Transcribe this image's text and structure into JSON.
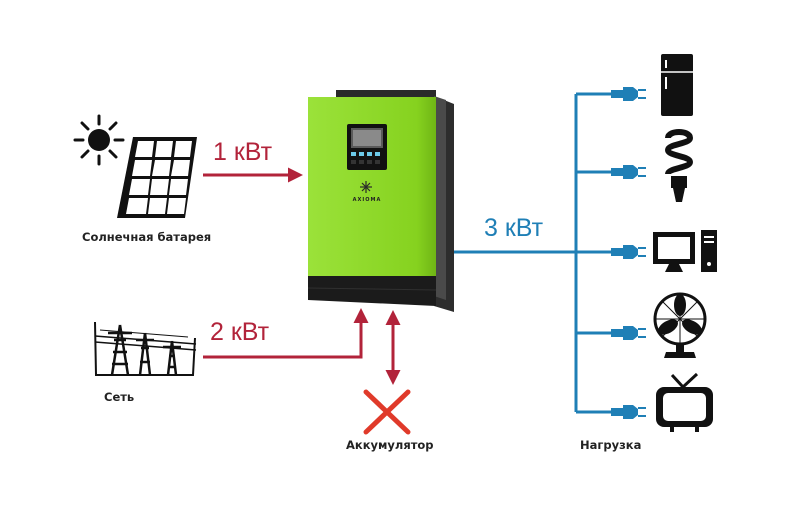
{
  "colors": {
    "power_red": "#b2233a",
    "power_blue": "#1f7fb6",
    "inverter_green": "#8ed92c",
    "inverter_black": "#1b1b1b",
    "cross_red": "#e03a2a"
  },
  "labels": {
    "solar": "Солнечная батарея",
    "grid": "Сеть",
    "battery": "Аккумулятор",
    "load": "Нагрузка"
  },
  "flows": {
    "solar_power": "1 кВт",
    "grid_power": "2 кВт",
    "load_power": "3 кВт"
  },
  "inverter": {
    "brand": "AXIOMA"
  },
  "icons": {
    "sun": "sun-icon",
    "solar_panel": "solar-panel-icon",
    "power_lines": "power-line-tower-icon",
    "battery_status": "cross-icon",
    "loads": [
      "refrigerator-icon",
      "light-bulb-icon",
      "computer-icon",
      "fan-icon",
      "tv-icon"
    ],
    "plug": "power-plug-icon"
  }
}
